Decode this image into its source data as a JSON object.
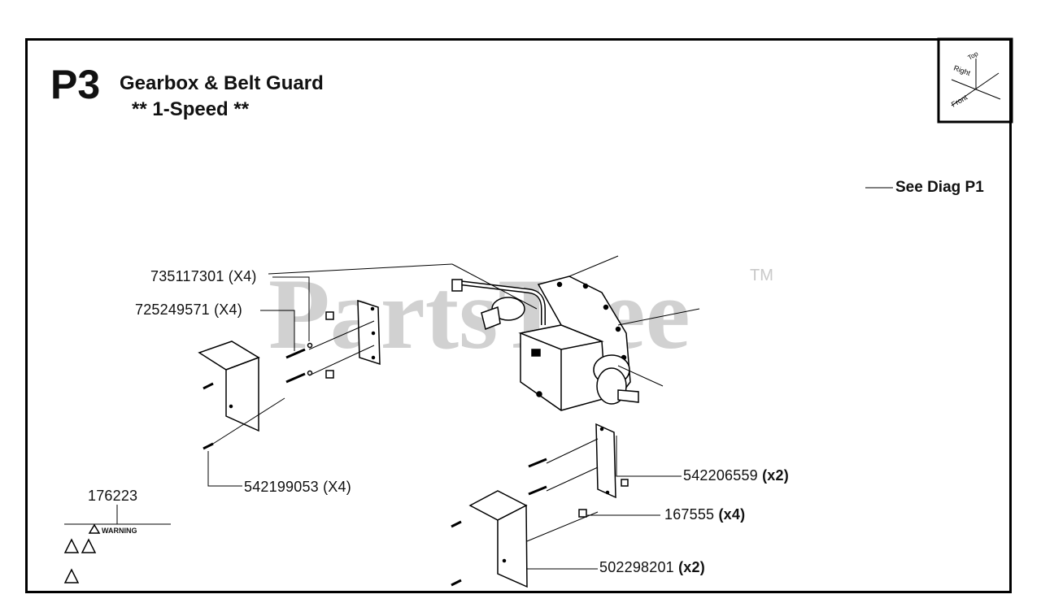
{
  "header": {
    "diagram_id": "P3",
    "title": "Gearbox & Belt Guard",
    "subtitle": "** 1-Speed **"
  },
  "orientation": {
    "top": "Top",
    "right": "Right",
    "front": "Front"
  },
  "watermark": {
    "text": "PartsTree",
    "tm": "TM"
  },
  "reference": {
    "see_diag": "See Diag P1"
  },
  "parts": [
    {
      "number": "735117301",
      "qty": "(X4)"
    },
    {
      "number": "725249571",
      "qty": "(X4)"
    },
    {
      "number": "542199053",
      "qty": "(X4)"
    },
    {
      "number": "542206559",
      "qty": "(x2)"
    },
    {
      "number": "167555",
      "qty": "(x4)"
    },
    {
      "number": "502298201",
      "qty": "(x2)"
    },
    {
      "number": "176223",
      "qty": ""
    }
  ],
  "decal": {
    "warning": "WARNING"
  }
}
